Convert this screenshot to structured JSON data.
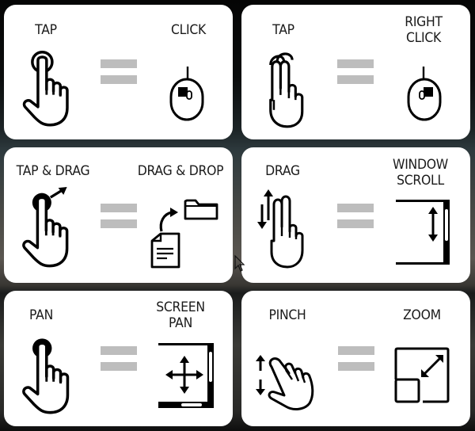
{
  "colors": {
    "card_background": "#ffffff",
    "equals_bar": "#bdbdbd",
    "icon_stroke": "#000000",
    "label_text": "#1a1a1a"
  },
  "gestures": [
    {
      "touch_label": "TAP",
      "touch_icon": "one-finger-tap-icon",
      "equals_icon": "equals-icon",
      "mouse_label_lines": [
        "CLICK"
      ],
      "mouse_icon": "mouse-left-click-icon"
    },
    {
      "touch_label": "TAP",
      "touch_icon": "two-finger-tap-icon",
      "equals_icon": "equals-icon",
      "mouse_label_lines": [
        "RIGHT",
        "CLICK"
      ],
      "mouse_icon": "mouse-right-click-icon"
    },
    {
      "touch_label": "TAP & DRAG",
      "touch_icon": "tap-and-drag-icon",
      "equals_icon": "equals-icon",
      "mouse_label_lines": [
        "DRAG & DROP"
      ],
      "mouse_icon": "drag-file-to-folder-icon"
    },
    {
      "touch_label": "DRAG",
      "touch_icon": "two-finger-drag-icon",
      "equals_icon": "equals-icon",
      "mouse_label_lines": [
        "WINDOW",
        "SCROLL"
      ],
      "mouse_icon": "window-scrollbar-icon"
    },
    {
      "touch_label": "PAN",
      "touch_icon": "one-finger-pan-icon",
      "equals_icon": "equals-icon",
      "mouse_label_lines": [
        "SCREEN",
        "PAN"
      ],
      "mouse_icon": "screen-pan-icon"
    },
    {
      "touch_label": "PINCH",
      "touch_icon": "pinch-hand-icon",
      "equals_icon": "equals-icon",
      "mouse_label_lines": [
        "ZOOM"
      ],
      "mouse_icon": "zoom-resize-icon"
    }
  ]
}
